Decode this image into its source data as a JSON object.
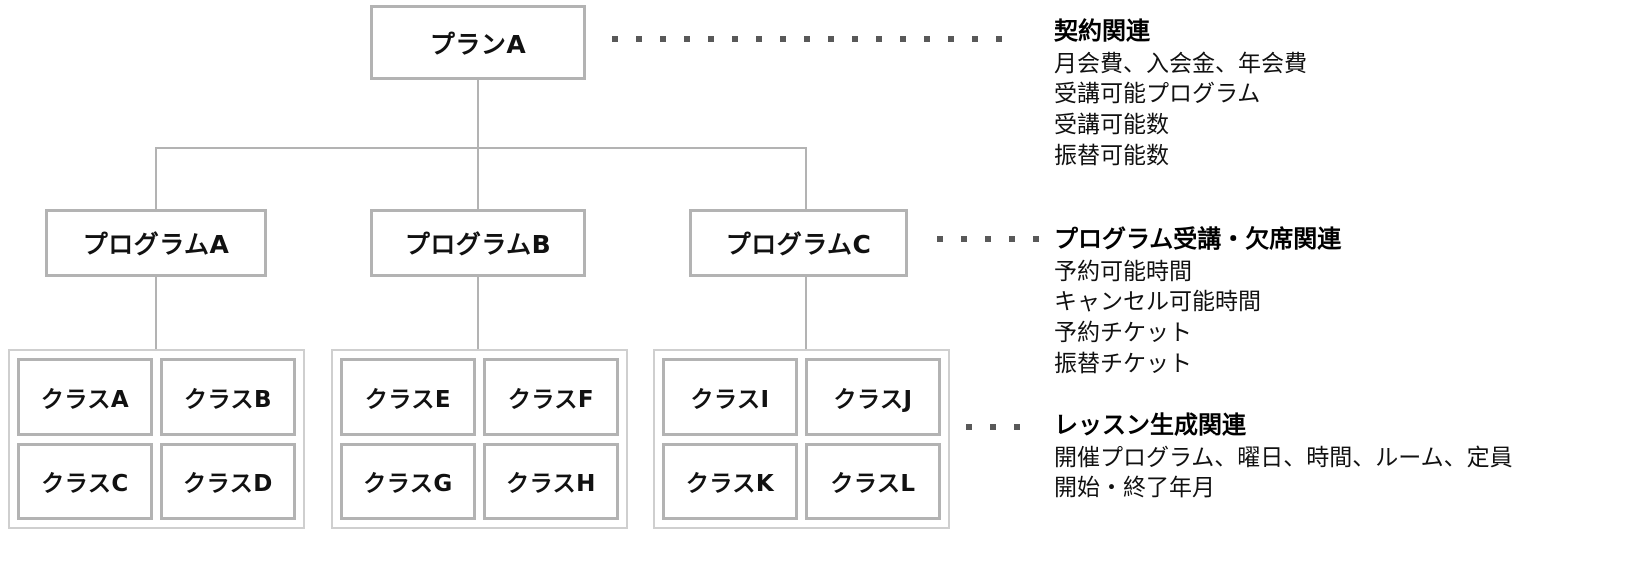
{
  "diagram": {
    "type": "hierarchy-tree",
    "root": {
      "id": "plan-a",
      "label": "プランA"
    },
    "programs": [
      {
        "id": "program-a",
        "label": "プログラムA"
      },
      {
        "id": "program-b",
        "label": "プログラムB"
      },
      {
        "id": "program-c",
        "label": "プログラムC"
      }
    ],
    "class_groups": [
      {
        "parent": "program-a",
        "classes": [
          {
            "id": "class-a",
            "label": "クラスA"
          },
          {
            "id": "class-b",
            "label": "クラスB"
          },
          {
            "id": "class-c",
            "label": "クラスC"
          },
          {
            "id": "class-d",
            "label": "クラスD"
          }
        ]
      },
      {
        "parent": "program-b",
        "classes": [
          {
            "id": "class-e",
            "label": "クラスE"
          },
          {
            "id": "class-f",
            "label": "クラスF"
          },
          {
            "id": "class-g",
            "label": "クラスG"
          },
          {
            "id": "class-h",
            "label": "クラスH"
          }
        ]
      },
      {
        "parent": "program-c",
        "classes": [
          {
            "id": "class-i",
            "label": "クラスI"
          },
          {
            "id": "class-j",
            "label": "クラスJ"
          },
          {
            "id": "class-k",
            "label": "クラスK"
          },
          {
            "id": "class-l",
            "label": "クラスL"
          }
        ]
      }
    ],
    "annotations": [
      {
        "id": "annotation-contract",
        "title": "契約関連",
        "lines": [
          "月会費、入会金、年会費",
          "受講可能プログラム",
          "受講可能数",
          "振替可能数"
        ]
      },
      {
        "id": "annotation-attendance",
        "title": "プログラム受講・欠席関連",
        "lines": [
          "予約可能時間",
          "キャンセル可能時間",
          "予約チケット",
          "振替チケット"
        ]
      },
      {
        "id": "annotation-lesson",
        "title": "レッスン生成関連",
        "lines": [
          "開催プログラム、曜日、時間、ルーム、定員",
          "開始・終了年月"
        ]
      }
    ],
    "colors": {
      "box_border": "#b3b3b3",
      "group_border": "#cfcfcf",
      "connector": "#b3b3b3",
      "dot": "#595959",
      "text": "#111111",
      "background": "#ffffff"
    }
  }
}
